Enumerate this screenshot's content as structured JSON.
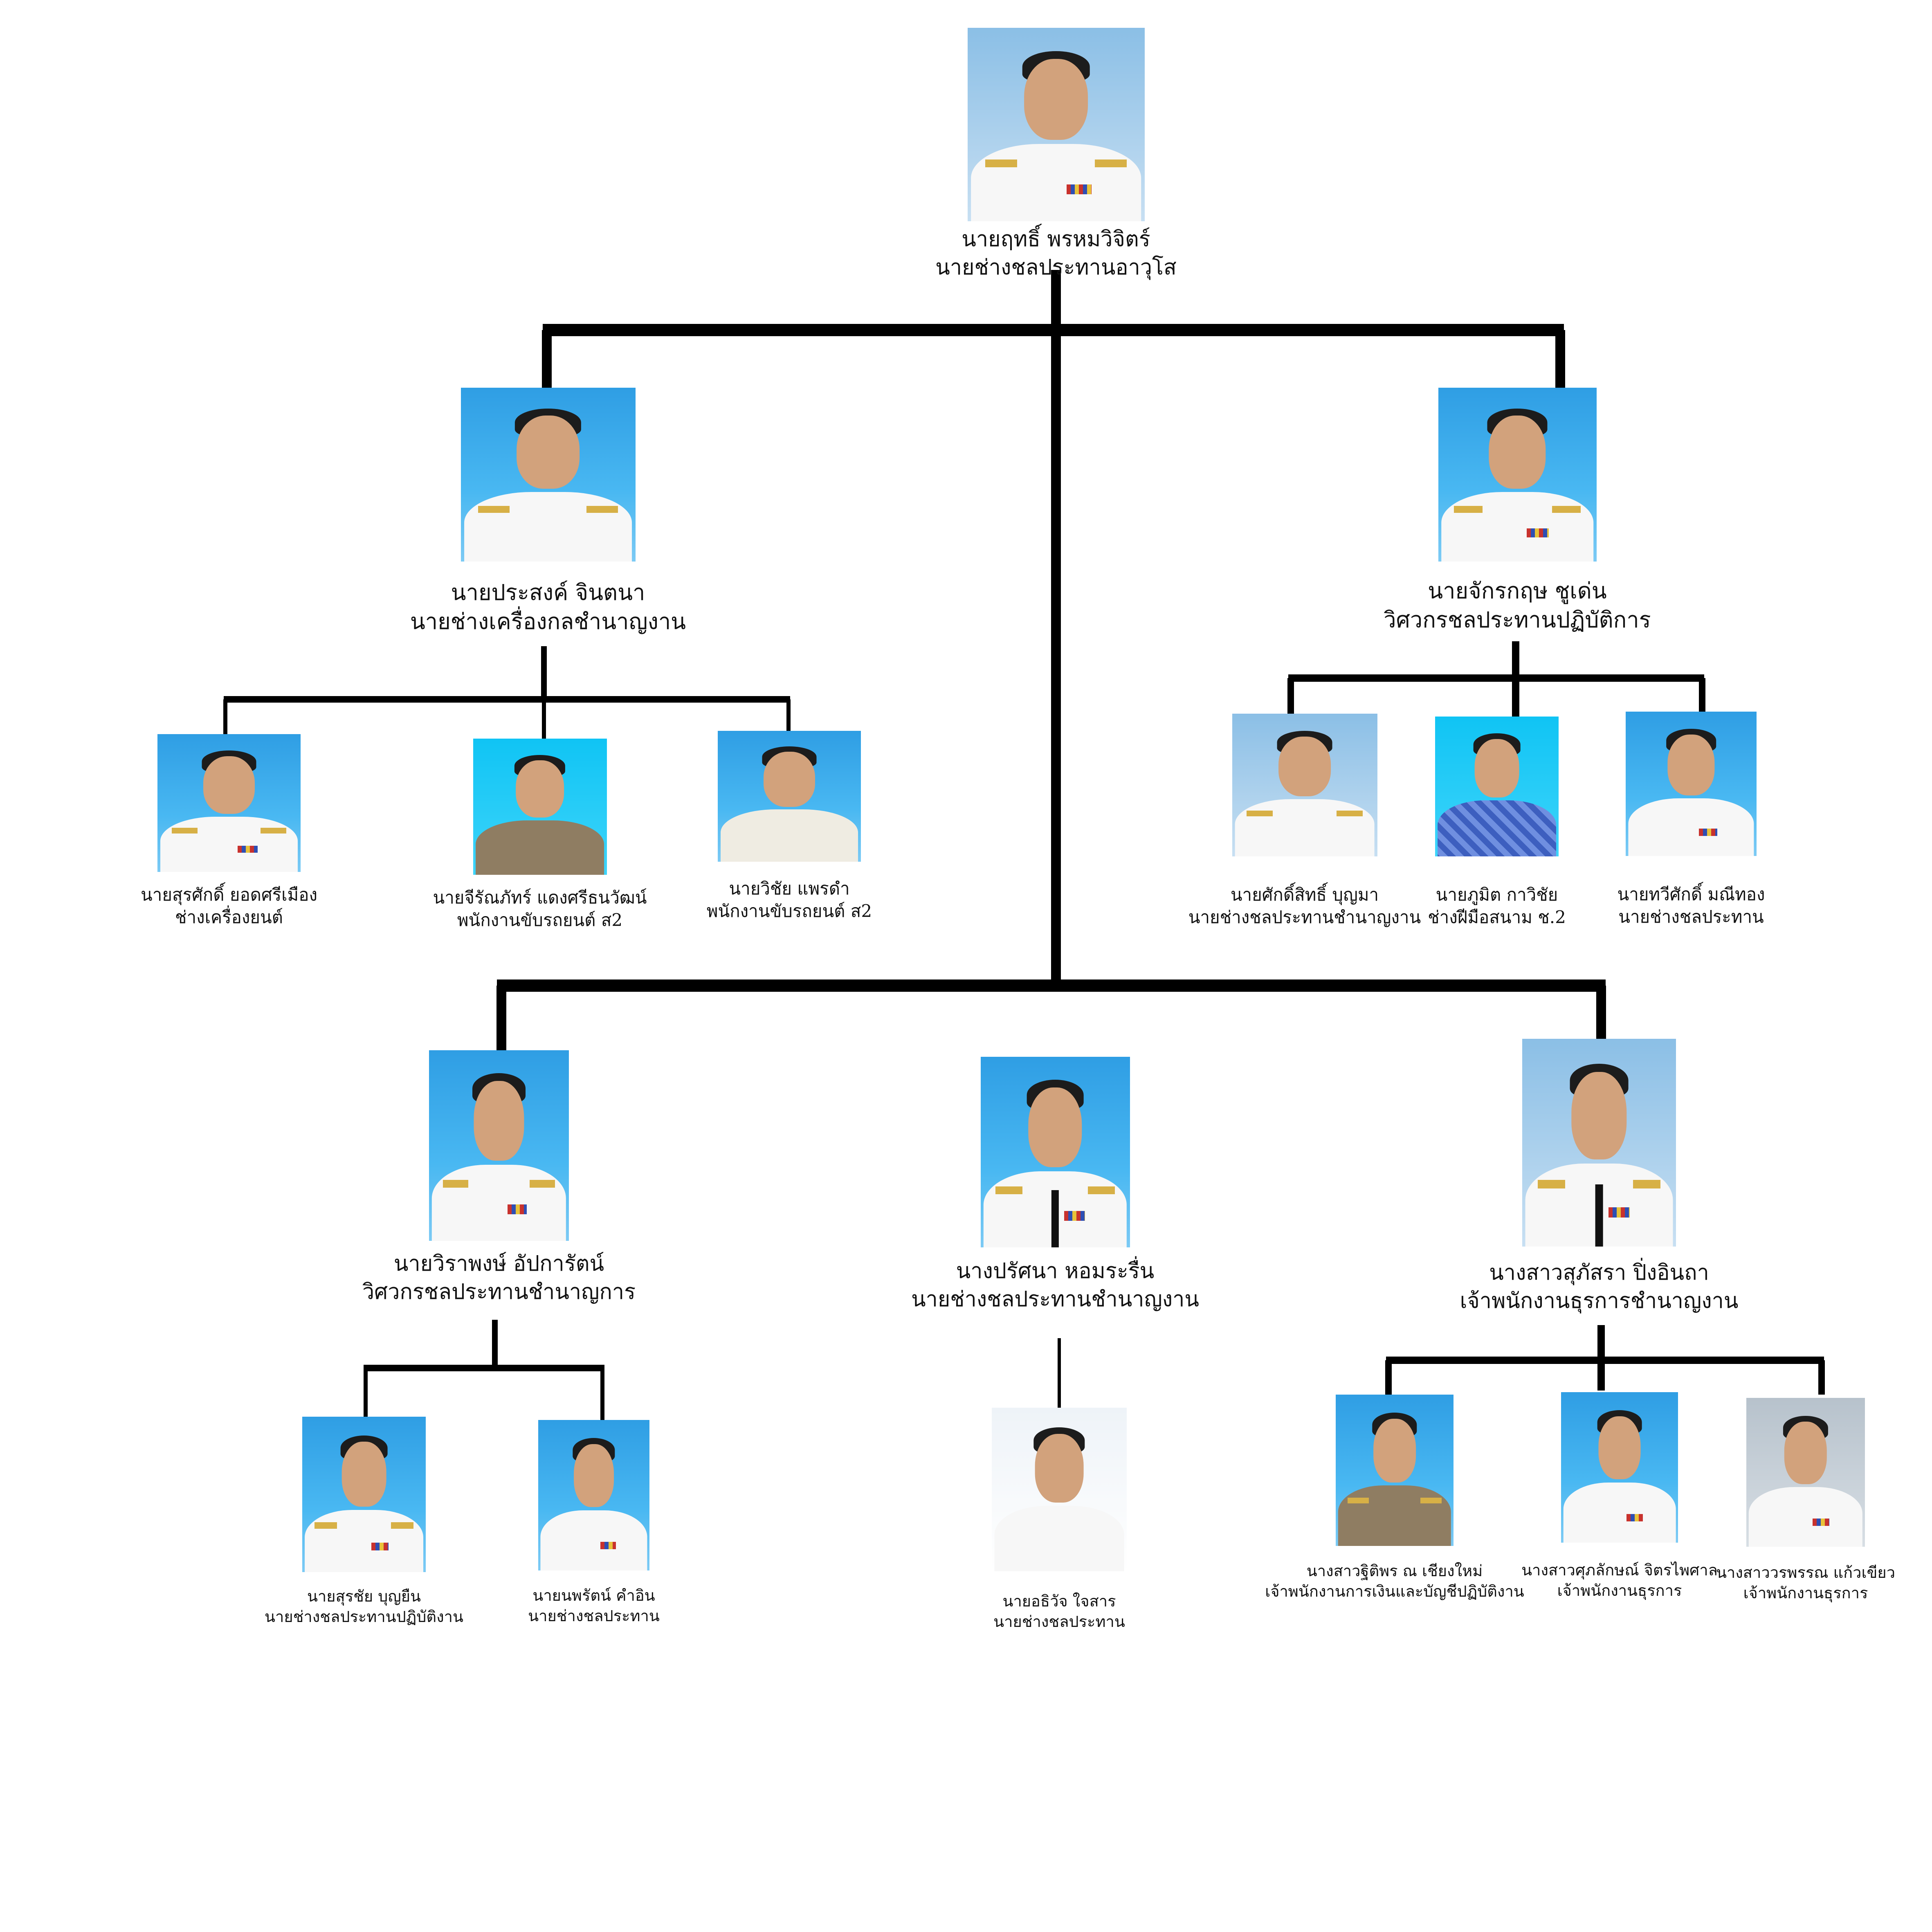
{
  "chief": {
    "name": "นายฤทธิ์  พรหมวิจิตร์",
    "title": "นายช่างชลประทานอาวุโส"
  },
  "level1": [
    {
      "name": "นายประสงค์  จินตนา",
      "title": "นายช่างเครื่องกลชำนาญงาน"
    },
    {
      "name": "นายจักรกฤษ  ชูเด่น",
      "title": "วิศวกรชลประทานปฏิบัติการ"
    }
  ],
  "team_left": [
    {
      "name": "นายสุรศักดิ์ ยอดศรีเมือง",
      "title": "ช่างเครื่องยนต์"
    },
    {
      "name": "นายจีรัณภัทร์ แดงศรีธนวัฒน์",
      "title": "พนักงานขับรถยนต์ ส2"
    },
    {
      "name": "นายวิชัย แพรดำ",
      "title": "พนักงานขับรถยนต์ ส2"
    }
  ],
  "team_right": [
    {
      "name": "นายศักดิ์สิทธิ์ บุญมา",
      "title": "นายช่างชลประทานชำนาญงาน"
    },
    {
      "name": "นายภูมิต กาวิชัย",
      "title": "ช่างฝีมือสนาม ช.2"
    },
    {
      "name": "นายทวีศักดิ์  มณีทอง",
      "title": "นายช่างชลประทาน"
    }
  ],
  "level2": [
    {
      "name": "นายวิราพงษ์  อัปการัตน์",
      "title": "วิศวกรชลประทานชำนาญการ"
    },
    {
      "name": "นางปรัศนา  หอมระรื่น",
      "title": "นายช่างชลประทานชำนาญงาน"
    },
    {
      "name": "นางสาวสุภัสรา ปิ่งอินถา",
      "title": "เจ้าพนักงานธุรการชำนาญงาน"
    }
  ],
  "team_bottom_left": [
    {
      "name": "นายสุรชัย บุญยืน",
      "title": "นายช่างชลประทานปฏิบัติงาน"
    },
    {
      "name": "นายนพรัตน์  คำอิน",
      "title": "นายช่างชลประทาน"
    }
  ],
  "team_bottom_mid": [
    {
      "name": "นายอธิวัจ  ใจสาร",
      "title": "นายช่างชลประทาน"
    }
  ],
  "team_bottom_right": [
    {
      "name": "นางสาวฐิติพร ณ เชียงใหม่",
      "title": "เจ้าพนักงานการเงินและบัญชีปฏิบัติงาน"
    },
    {
      "name": "นางสาวศุภลักษณ์ จิตรไพศาล",
      "title": "เจ้าพนักงานธุรการ"
    },
    {
      "name": "นางสาววรพรรณ แก้วเขียว",
      "title": "เจ้าพนักงานธุรการ"
    }
  ]
}
